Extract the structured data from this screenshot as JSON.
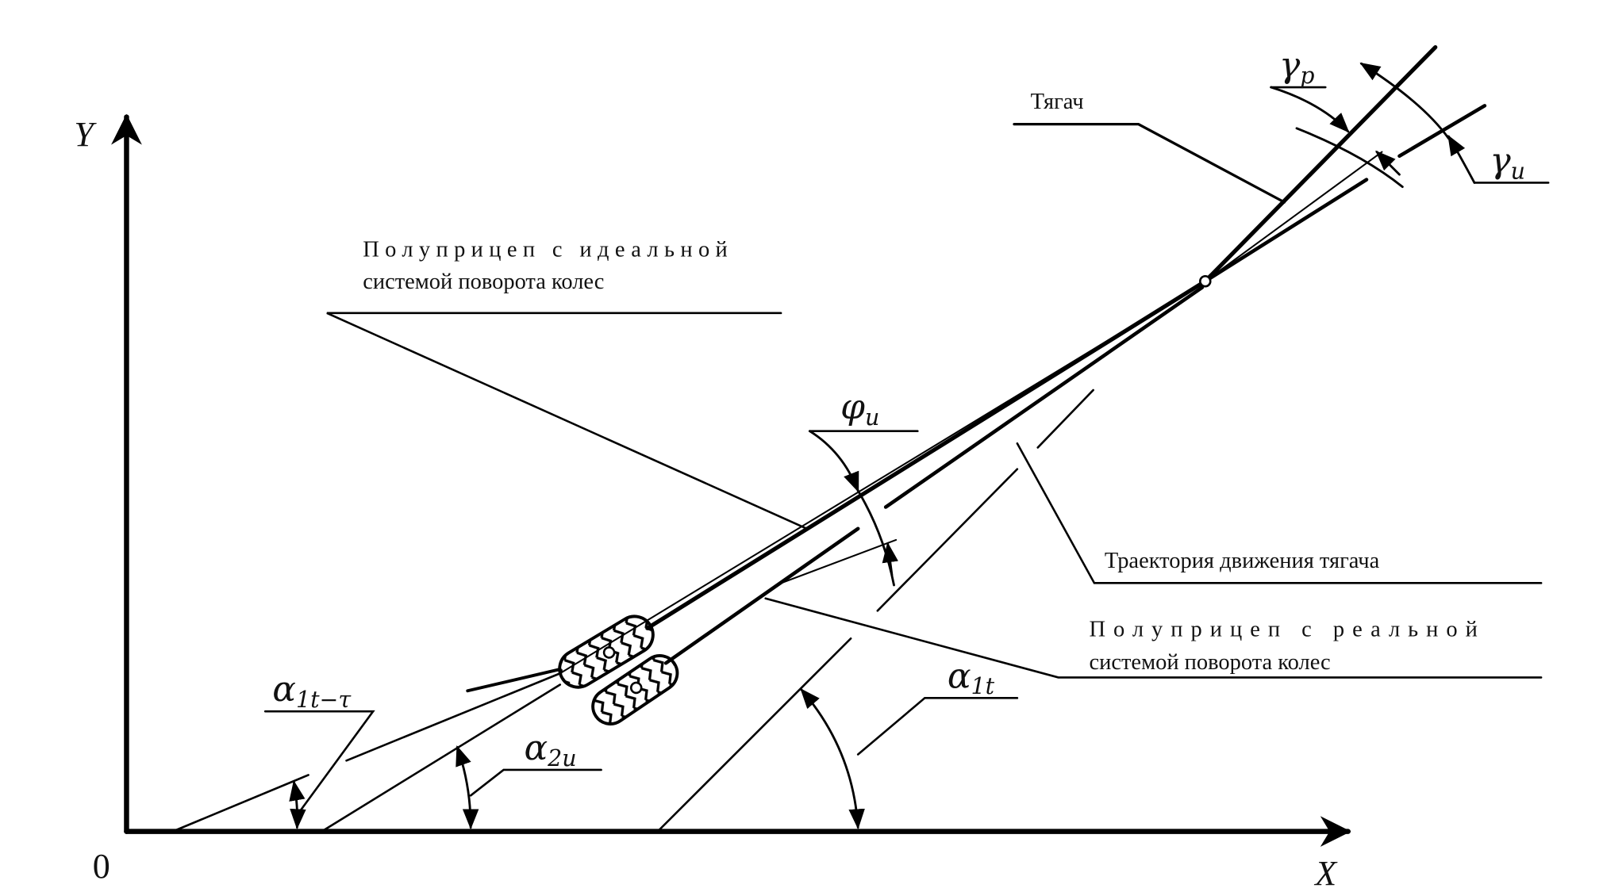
{
  "axes": {
    "y_label": "Y",
    "x_label": "X",
    "origin_label": "0"
  },
  "labels": {
    "tractor": "Тягач",
    "ideal_trailer_line1": "Полуприцеп с идеальной",
    "ideal_trailer_line2": "системой поворота колес",
    "trajectory": "Траектория движения тягача",
    "real_trailer_line1": "Полуприцеп с реальной",
    "real_trailer_line2": "системой поворота колес"
  },
  "angles": {
    "gamma_p": {
      "base": "γ",
      "sub": "p"
    },
    "gamma_u": {
      "base": "γ",
      "sub": "u"
    },
    "phi_u": {
      "base": "φ",
      "sub": "u"
    },
    "alpha_1t": {
      "base": "α",
      "sub": "1t"
    },
    "alpha_2u": {
      "base": "α",
      "sub": "2u"
    },
    "alpha_1t_tau": {
      "base": "α",
      "sub": "1t−τ"
    }
  },
  "colors": {
    "ink": "#000000",
    "background": "#ffffff"
  }
}
